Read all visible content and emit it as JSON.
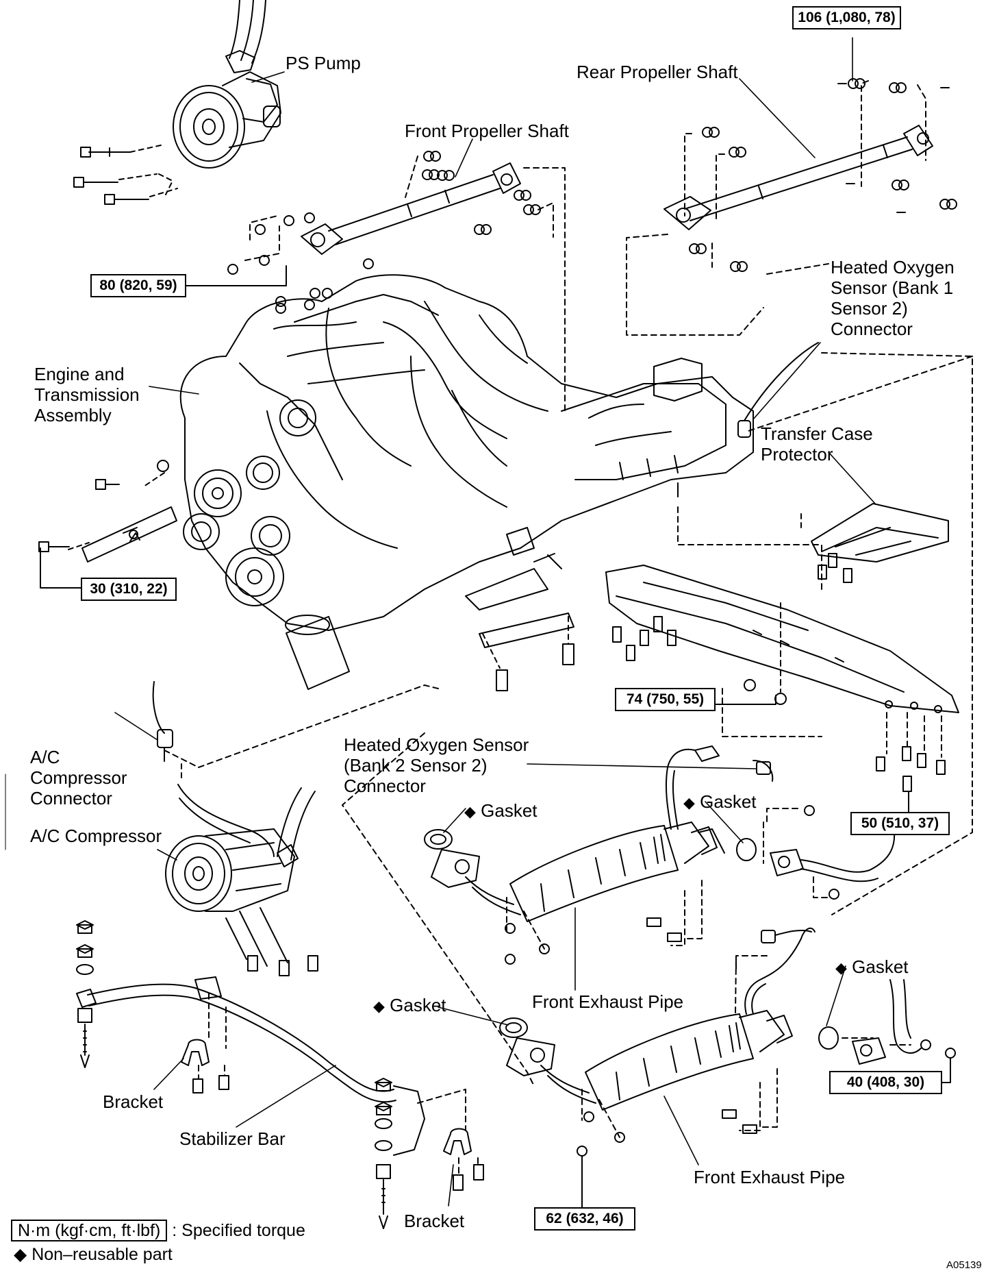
{
  "labels": {
    "ps_pump": "PS Pump",
    "rear_propeller_shaft": "Rear Propeller Shaft",
    "front_propeller_shaft": "Front Propeller Shaft",
    "heated_oxygen_sensor_b1s2": "Heated Oxygen\nSensor (Bank 1\nSensor 2)\nConnector",
    "engine_transmission_assembly": "Engine and\nTransmission\nAssembly",
    "transfer_case_protector": "Transfer Case\nProtector",
    "ac_compressor_connector": "A/C\nCompressor\nConnector",
    "heated_oxygen_sensor_b2s2": "Heated Oxygen Sensor\n(Bank 2 Sensor 2)\nConnector",
    "gasket_1": "Gasket",
    "gasket_2": "Gasket",
    "ac_compressor": "A/C Compressor",
    "gasket_3": "Gasket",
    "gasket_4": "Gasket",
    "front_exhaust_pipe_1": "Front Exhaust Pipe",
    "bracket_1": "Bracket",
    "stabilizer_bar": "Stabilizer Bar",
    "front_exhaust_pipe_2": "Front Exhaust Pipe",
    "bracket_2": "Bracket"
  },
  "torques": {
    "t106": "106 (1,080, 78)",
    "t80": "80 (820, 59)",
    "t30": "30 (310, 22)",
    "t74": "74 (750, 55)",
    "t50": "50 (510, 37)",
    "t40": "40 (408, 30)",
    "t62": "62 (632, 46)"
  },
  "legend": {
    "unit": "N·m (kgf·cm, ft·lbf)",
    "specified": ": Specified torque",
    "nonreusable_symbol": "◆",
    "nonreusable": "Non–reusable part"
  },
  "figure_id": "A05139",
  "nonreusable_marker": "◆"
}
